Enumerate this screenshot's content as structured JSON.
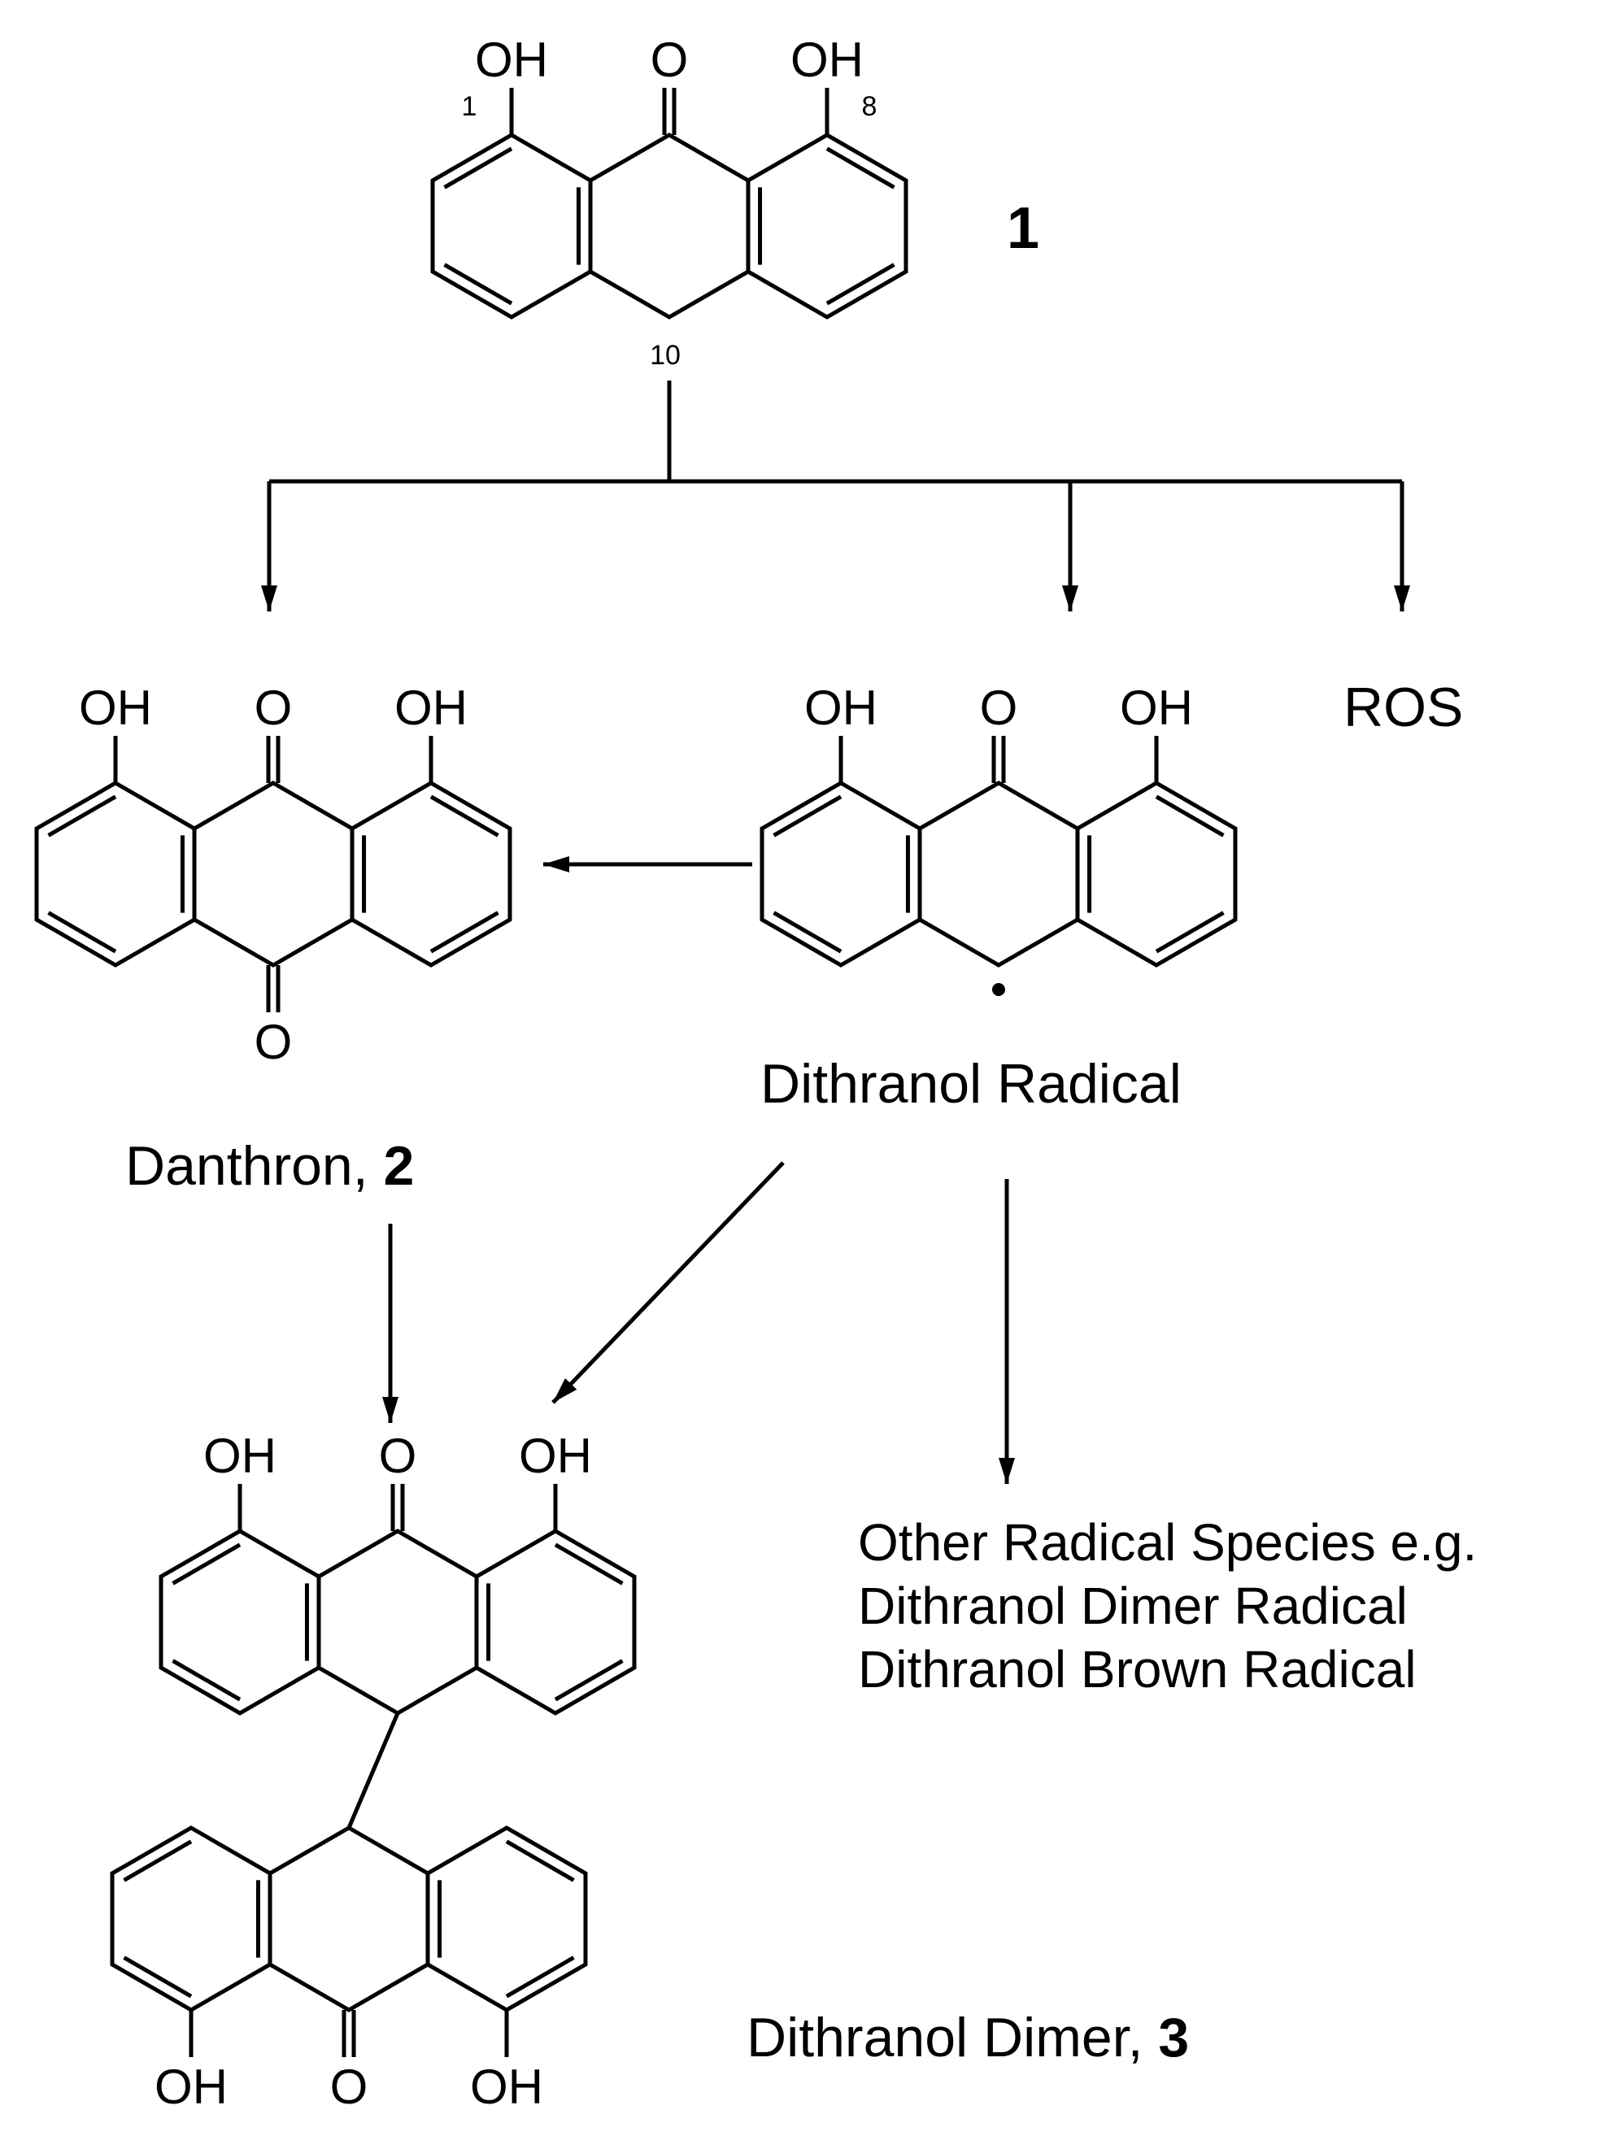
{
  "scheme": {
    "compound1": {
      "oh_left": "OH",
      "o": "O",
      "oh_right": "OH",
      "n1": "1",
      "n8": "8",
      "n10": "10",
      "number": "1"
    },
    "danthron": {
      "oh_left": "OH",
      "o": "O",
      "oh_right": "OH",
      "o_bottom": "O",
      "caption": "Danthron,",
      "number": "2"
    },
    "radical": {
      "oh_left": "OH",
      "o": "O",
      "oh_right": "OH",
      "caption": "Dithranol Radical"
    },
    "ros_label": "ROS",
    "other_species": {
      "line1": "Other Radical Species e.g.",
      "line2": "Dithranol Dimer Radical",
      "line3": "Dithranol Brown Radical"
    },
    "dimer": {
      "top": {
        "oh_left": "OH",
        "o": "O",
        "oh_right": "OH"
      },
      "bottom": {
        "oh_left": "OH",
        "o": "O",
        "oh_right": "OH"
      },
      "caption": "Dithranol Dimer,",
      "number": "3"
    }
  },
  "style": {
    "ink": "#000000",
    "background": "#ffffff"
  }
}
